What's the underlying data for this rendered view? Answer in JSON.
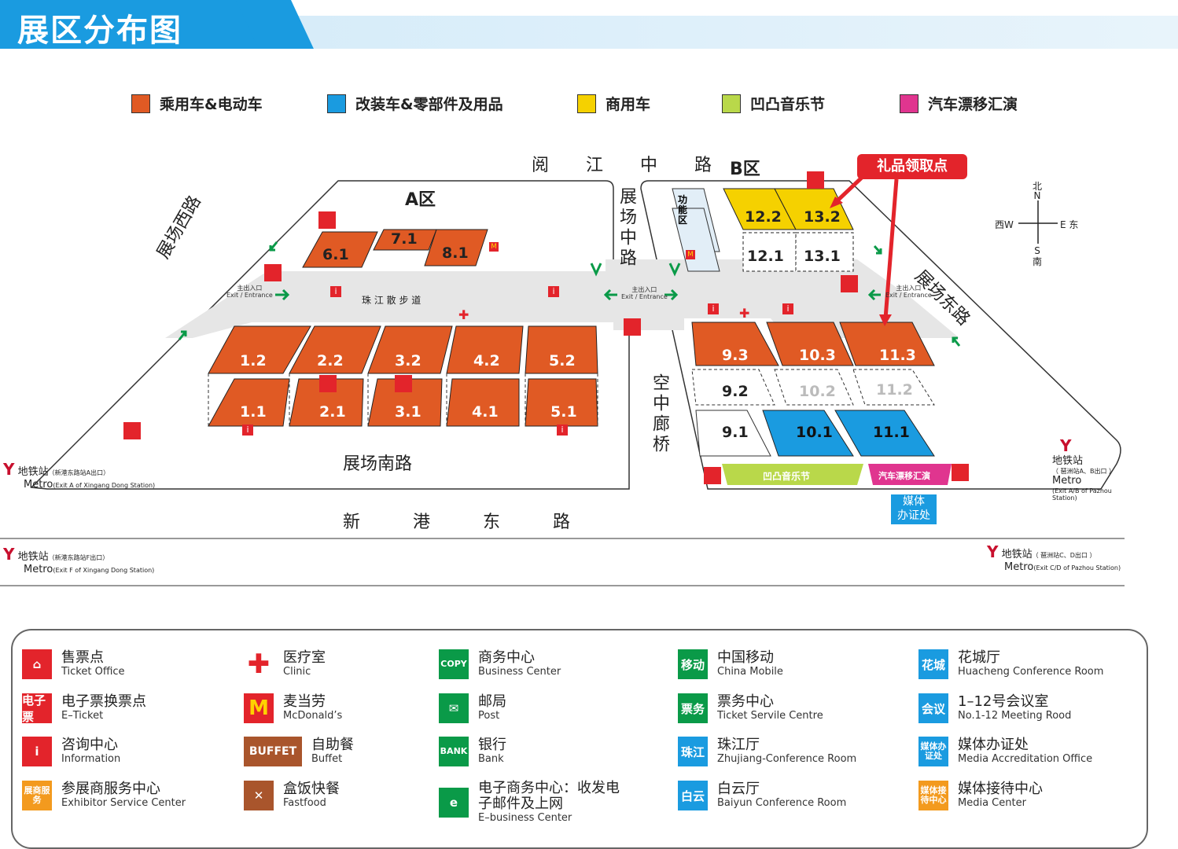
{
  "header": {
    "title": "展区分布图"
  },
  "legend": [
    {
      "label": "乘用车&电动车",
      "color": "#e05a24"
    },
    {
      "label": "改装车&零部件及用品",
      "color": "#1a9be0"
    },
    {
      "label": "商用车",
      "color": "#f5d100"
    },
    {
      "label": "凹凸音乐节",
      "color": "#b9d84a"
    },
    {
      "label": "汽车漂移汇演",
      "color": "#e0358f"
    }
  ],
  "roads": {
    "north": "阅 江 中 路",
    "middle": "展场中路",
    "west": "展场西路",
    "east": "展场东路",
    "south": "展场南路",
    "bottom": "新 港 东 路",
    "bridge": "空中廊桥",
    "walk": "珠 江 散 步 道"
  },
  "zones": {
    "a": "A区",
    "b": "B区"
  },
  "gift": "礼品领取点",
  "halls_a": [
    "6.1",
    "7.1",
    "8.1",
    "1.2",
    "2.2",
    "3.2",
    "4.2",
    "5.2",
    "1.1",
    "2.1",
    "3.1",
    "4.1",
    "5.1"
  ],
  "halls_b_yellow": [
    "12.2",
    "13.2"
  ],
  "halls_b_white": [
    "12.1",
    "13.1"
  ],
  "halls_b_orange": [
    "9.3",
    "10.3",
    "11.3"
  ],
  "halls_b_mid": [
    "9.2",
    "10.2",
    "11.2"
  ],
  "halls_b_low": [
    "9.1",
    "10.1",
    "11.1"
  ],
  "function_area": "功能区",
  "music_fest": "凹凸音乐节",
  "drift_show": "汽车漂移汇演",
  "media_box": [
    "媒体",
    "办证处"
  ],
  "entrance": {
    "cn": "主出入口",
    "en": "Exit / Entrance"
  },
  "metros": [
    {
      "cn": "地铁站",
      "note": "（新港东路站A出口）",
      "en": "Metro",
      "en_note": "(Exit A of Xingang Dong Station)"
    },
    {
      "cn": "地铁站",
      "note": "（新港东路站F出口）",
      "en": "Metro",
      "en_note": "(Exit F of Xingang Dong Station)"
    },
    {
      "cn": "地铁站",
      "note": "（ 琶洲站A、B出口 ）",
      "en": "Metro",
      "en_note": "(Exit A/B of Pazhou Station)"
    },
    {
      "cn": "地铁站",
      "note": "（ 琶洲站C、D出口 ）",
      "en": "Metro",
      "en_note": "(Exit C/D of Pazhou Station)"
    }
  ],
  "compass": {
    "n": "北",
    "n_en": "N",
    "s": "南",
    "s_en": "S",
    "w": "西W",
    "e": "E 东"
  },
  "key": [
    {
      "icon": "ticket-office-icon",
      "glyph": "⌂",
      "bg": "#e3242b",
      "cn": "售票点",
      "en": "Ticket Office"
    },
    {
      "icon": "e-ticket-icon",
      "glyph": "电子票",
      "bg": "#e3242b",
      "cn": "电子票换票点",
      "en": "E–Ticket"
    },
    {
      "icon": "information-icon",
      "glyph": "i",
      "bg": "#e3242b",
      "cn": "咨询中心",
      "en": "Information"
    },
    {
      "icon": "exhibitor-service-icon",
      "glyph": "展商服务",
      "bg": "#f39a1e",
      "cn": "参展商服务中心",
      "en": "Exhibitor Service Center"
    },
    {
      "icon": "clinic-icon",
      "glyph": "✚",
      "bg": "#ffffff",
      "cn": "医疗室",
      "en": "Clinic"
    },
    {
      "icon": "mcdonalds-icon",
      "glyph": "M",
      "bg": "#e3242b",
      "cn": "麦当劳",
      "en": "McDonald’s"
    },
    {
      "icon": "buffet-icon",
      "glyph": "BUFFET",
      "bg": "#a9552c",
      "cn": "自助餐",
      "en": "Buffet"
    },
    {
      "icon": "fastfood-icon",
      "glyph": "✕",
      "bg": "#a9552c",
      "cn": "盒饭快餐",
      "en": "Fastfood"
    },
    {
      "icon": "copy-icon",
      "glyph": "COPY",
      "bg": "#0a9a48",
      "cn": "商务中心",
      "en": "Business Center"
    },
    {
      "icon": "post-icon",
      "glyph": "✉",
      "bg": "#0a9a48",
      "cn": "邮局",
      "en": "Post"
    },
    {
      "icon": "bank-icon",
      "glyph": "BANK",
      "bg": "#0a9a48",
      "cn": "银行",
      "en": "Bank"
    },
    {
      "icon": "e-business-icon",
      "glyph": "e",
      "bg": "#0a9a48",
      "cn": "电子商务中心：收发电子邮件及上网",
      "en": "E–business Center"
    },
    {
      "icon": "china-mobile-icon",
      "glyph": "移动",
      "bg": "#0a9a48",
      "cn": "中国移动",
      "en": "China Mobile"
    },
    {
      "icon": "ticket-centre-icon",
      "glyph": "票务",
      "bg": "#0a9a48",
      "cn": "票务中心",
      "en": "Ticket Servile Centre"
    },
    {
      "icon": "zhujiang-icon",
      "glyph": "珠江",
      "bg": "#1a9be0",
      "cn": "珠江厅",
      "en": "Zhujiang-Conference Room"
    },
    {
      "icon": "baiyun-icon",
      "glyph": "白云",
      "bg": "#1a9be0",
      "cn": "白云厅",
      "en": "Baiyun Conference Room"
    },
    {
      "icon": "huacheng-icon",
      "glyph": "花城",
      "bg": "#1a9be0",
      "cn": "花城厅",
      "en": "Huacheng Conference Room"
    },
    {
      "icon": "meeting-room-icon",
      "glyph": "会议",
      "bg": "#1a9be0",
      "cn": "1–12号会议室",
      "en": "No.1-12 Meeting Rood"
    },
    {
      "icon": "media-accreditation-icon",
      "glyph": "媒体办证处",
      "bg": "#1a9be0",
      "cn": "媒体办证处",
      "en": "Media Accreditation Office"
    },
    {
      "icon": "media-center-icon",
      "glyph": "媒体接待中心",
      "bg": "#f39a1e",
      "cn": "媒体接待中心",
      "en": "Media Center"
    }
  ]
}
